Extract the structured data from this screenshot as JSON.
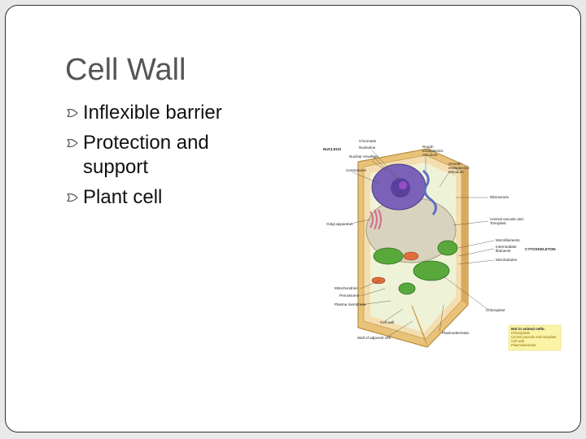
{
  "slide": {
    "title": "Cell Wall",
    "bullets": [
      {
        "line1": "Inflexible barrier",
        "line2": ""
      },
      {
        "line1": "Protection and",
        "line2": "support"
      },
      {
        "line1": "Plant cell",
        "line2": ""
      }
    ]
  },
  "figure": {
    "labels": {
      "nucleus": "NUCLEUS",
      "chromatin": "Chromatin",
      "nucleolus": "Nucleolus",
      "nuclear_envelope": "Nuclear envelope",
      "rough_er_1": "Rough",
      "rough_er_2": "endoplasmic",
      "rough_er_3": "reticulum",
      "smooth_er_1": "Smooth",
      "smooth_er_2": "endoplasmic",
      "smooth_er_3": "reticulum",
      "centrosome": "Centrosome",
      "ribosomes": "Ribosomes",
      "central_vacuole_1": "Central vacuole and",
      "central_vacuole_2": "Tonoplast",
      "golgi": "Golgi apparatus",
      "microfilaments": "Microfilaments",
      "intermediate_1": "Intermediate",
      "intermediate_2": "filaments",
      "cytoskeleton": "CYTOSKELETON",
      "microtubules": "Microtubules",
      "mitochondrion": "Mitochondrion",
      "peroxisome": "Peroxisome",
      "plasma_membrane": "Plasma membrane",
      "chloroplast": "Chloroplast",
      "cell_wall": "Cell wall",
      "plasmodesmata": "Plasmodesmata",
      "wall_adjacent": "Wall of adjacent cell"
    },
    "note": {
      "heading": "Not in animal cells:",
      "items": [
        "Chloroplasts",
        "Central vacuole and tonoplast",
        "Cell wall",
        "Plasmodesmata"
      ]
    },
    "colors": {
      "wall": "#e9c27a",
      "nucleus": "#7b62b8",
      "vacuole": "#d8d3bf",
      "chloroplast": "#59a83c",
      "note_bg": "#fbf3a6"
    }
  }
}
